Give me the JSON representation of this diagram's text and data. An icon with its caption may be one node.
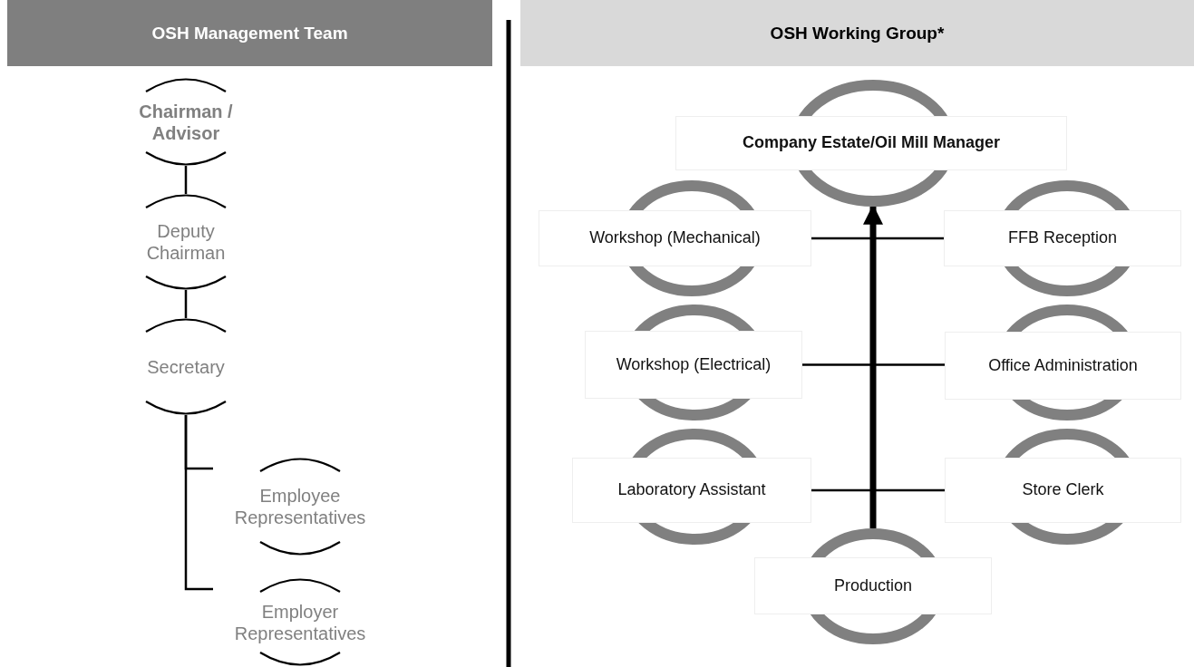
{
  "diagram": {
    "nodes": [
      {
        "text": [
          "OSH Management Team"
        ]
      },
      {
        "text": [
          "OSH Working Group*"
        ]
      },
      {
        "text": [
          "Chairman / Advisor"
        ]
      },
      {
        "text": [
          "Deputy Chairman"
        ]
      },
      {
        "text": [
          "Secretary"
        ]
      },
      {
        "text": [
          "Employee Representatives"
        ]
      },
      {
        "text": [
          "Employer Representatives"
        ]
      },
      {
        "text": [
          "Company Estate/Oil Mill Manager"
        ]
      },
      {
        "text": [
          "Workshop (Mechanical)"
        ]
      },
      {
        "text": [
          "FFB Reception"
        ]
      },
      {
        "text": [
          "Workshop (Electrical)"
        ]
      },
      {
        "text": [
          "Office Administration"
        ]
      },
      {
        "text": [
          "Laboratory Assistant"
        ]
      },
      {
        "text": [
          "Store Clerk"
        ]
      },
      {
        "text": [
          "Production"
        ]
      }
    ],
    "edges": [
      {
        "from": 2,
        "to": 3,
        "arrow": "none"
      },
      {
        "from": 3,
        "to": 4,
        "arrow": "none"
      },
      {
        "from": 4,
        "to": 5,
        "arrow": "none"
      },
      {
        "from": 4,
        "to": 6,
        "arrow": "none"
      },
      {
        "from": 14,
        "to": 7,
        "arrow": "to",
        "style": "thick"
      },
      {
        "from": 8,
        "to": 9,
        "arrow": "none"
      },
      {
        "from": 10,
        "to": 11,
        "arrow": "none"
      },
      {
        "from": 12,
        "to": 13,
        "arrow": "none"
      }
    ]
  }
}
